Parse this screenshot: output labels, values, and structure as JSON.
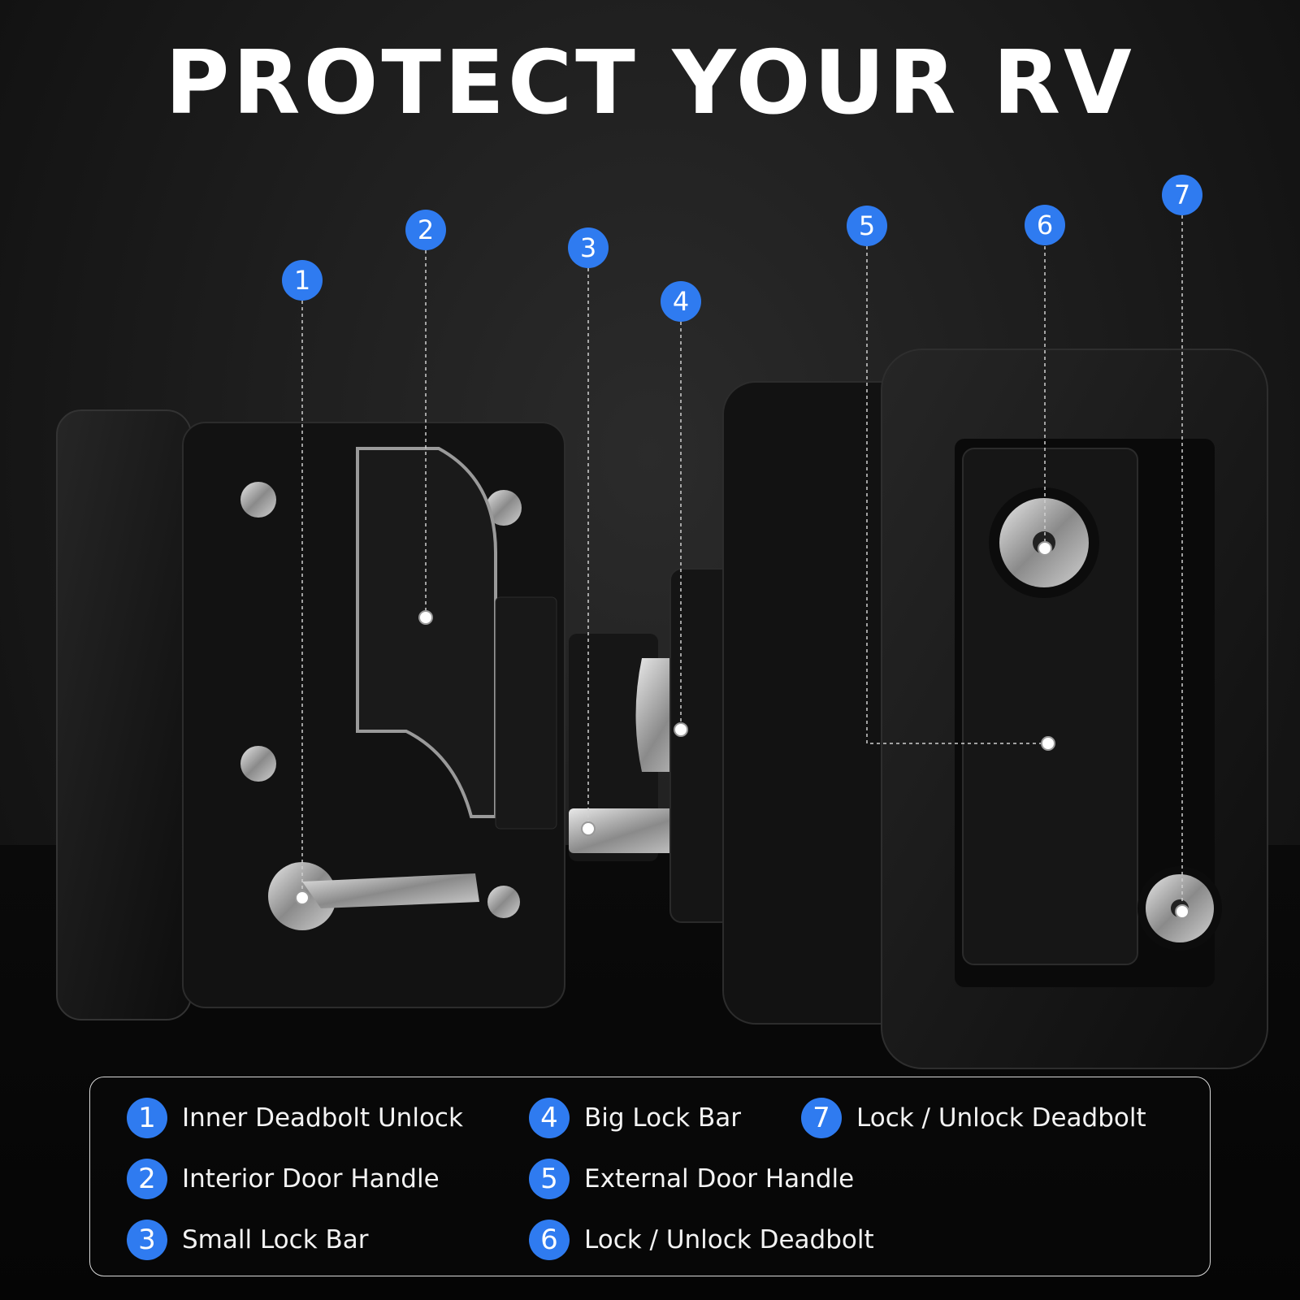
{
  "title": "PROTECT YOUR RV",
  "callouts": [
    "1",
    "2",
    "3",
    "4",
    "5",
    "6",
    "7"
  ],
  "legend": [
    {
      "num": "1",
      "label": "Inner Deadbolt Unlock"
    },
    {
      "num": "2",
      "label": "Interior Door Handle"
    },
    {
      "num": "3",
      "label": "Small Lock Bar"
    },
    {
      "num": "4",
      "label": "Big Lock Bar"
    },
    {
      "num": "5",
      "label": "External Door Handle"
    },
    {
      "num": "6",
      "label": "Lock / Unlock Deadbolt"
    },
    {
      "num": "7",
      "label": "Lock / Unlock Deadbolt"
    }
  ],
  "colors": {
    "accent": "#2f7bf0",
    "background": "#1a1a1a",
    "product": "#141414"
  }
}
